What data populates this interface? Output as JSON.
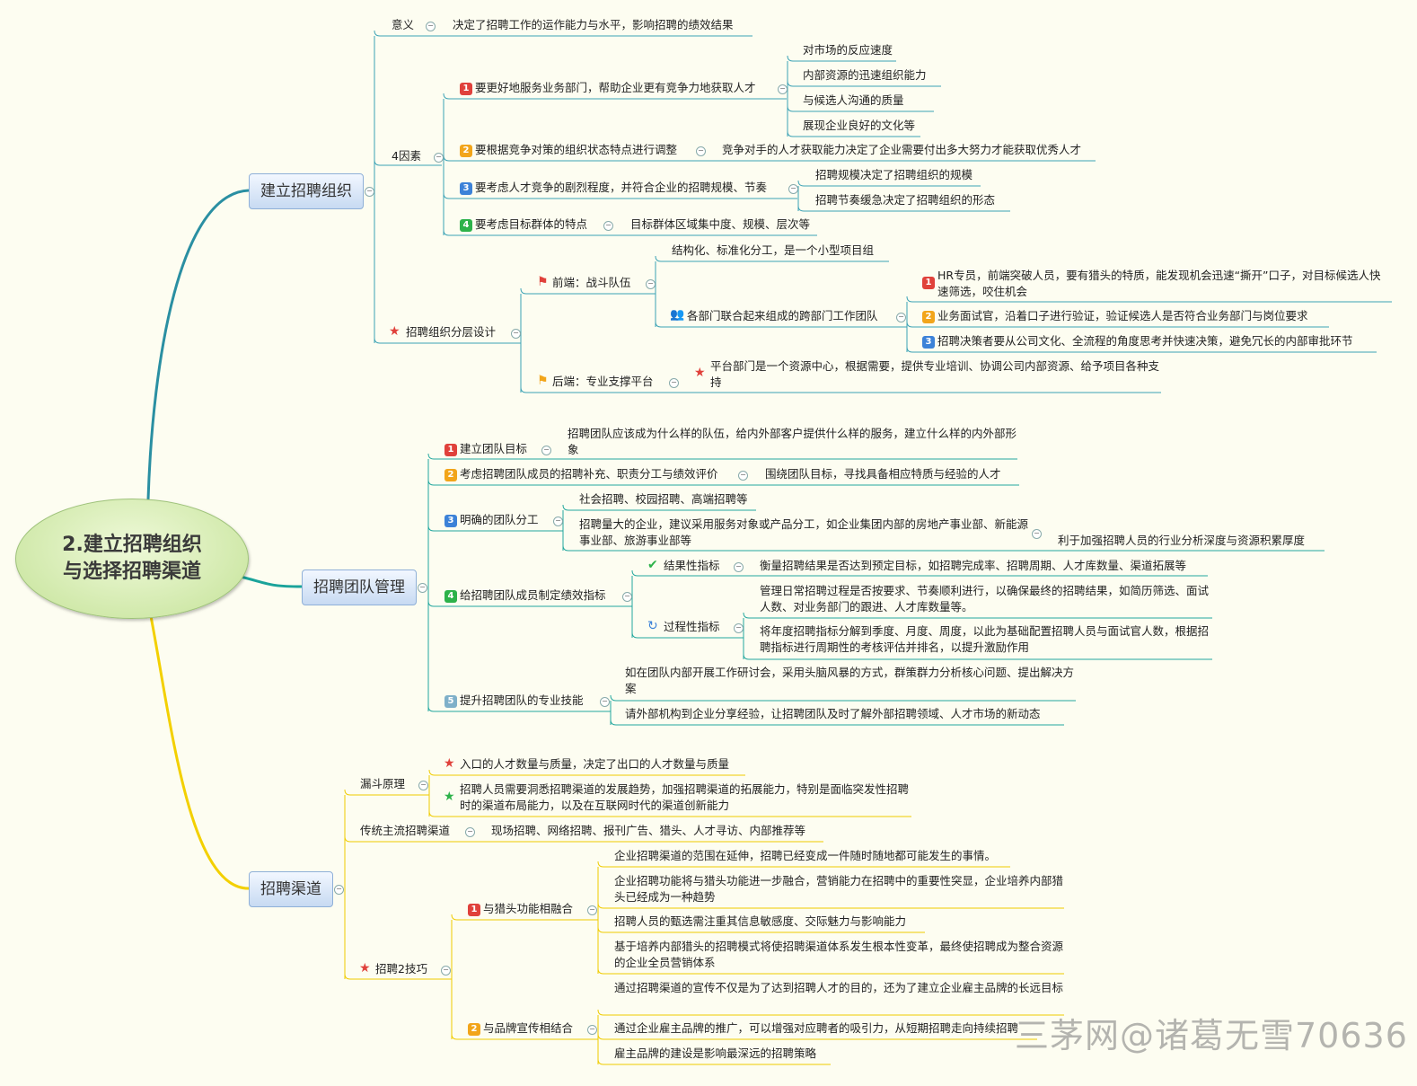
{
  "root": {
    "line1": "2.建立招聘组织",
    "line2": "与选择招聘渠道"
  },
  "branches": {
    "org": {
      "label": "建立招聘组织",
      "meaning": {
        "label": "意义",
        "text": "决定了招聘工作的运作能力与水平，影响招聘的绩效结果"
      },
      "factors": {
        "label": "4因素",
        "f1": {
          "label": "要更好地服务业务部门，帮助企业更有竞争力地获取人才",
          "items": [
            "对市场的反应速度",
            "内部资源的迅速组织能力",
            "与候选人沟通的质量",
            "展现企业良好的文化等"
          ]
        },
        "f2": {
          "label": "要根据竞争对策的组织状态特点进行调整",
          "text": "竞争对手的人才获取能力决定了企业需要付出多大努力才能获取优秀人才"
        },
        "f3": {
          "label": "要考虑人才竞争的剧烈程度，并符合企业的招聘规模、节奏",
          "items": [
            "招聘规模决定了招聘组织的规模",
            "招聘节奏缓急决定了招聘组织的形态"
          ]
        },
        "f4": {
          "label": "要考虑目标群体的特点",
          "text": "目标群体区域集中度、规模、层次等"
        }
      },
      "layer": {
        "label": "招聘组织分层设计",
        "front": {
          "label": "前端：战斗队伍",
          "structure": "结构化、标准化分工，是一个小型项目组",
          "team": "各部门联合起来组成的跨部门工作团队",
          "roles": [
            "HR专员，前端突破人员，要有猎头的特质，能发现机会迅速“撕开”口子，对目标候选人快速筛选，咬住机会",
            "业务面试官，沿着口子进行验证，验证候选人是否符合业务部门与岗位要求",
            "招聘决策者要从公司文化、全流程的角度思考并快速决策，避免冗长的内部审批环节"
          ]
        },
        "back": {
          "label": "后端：专业支撑平台",
          "text": "平台部门是一个资源中心，根据需要，提供专业培训、协调公司内部资源、给予项目各种支持"
        }
      }
    },
    "team": {
      "label": "招聘团队管理",
      "t1": {
        "label": "建立团队目标",
        "text": "招聘团队应该成为什么样的队伍，给内外部客户提供什么样的服务，建立什么样的内外部形象"
      },
      "t2": {
        "label": "考虑招聘团队成员的招聘补充、职责分工与绩效评价",
        "text": "围绕团队目标，寻找具备相应特质与经验的人才"
      },
      "t3": {
        "label": "明确的团队分工",
        "items": [
          "社会招聘、校园招聘、高端招聘等",
          "招聘量大的企业，建议采用服务对象或产品分工，如企业集团内部的房地产事业部、新能源事业部、旅游事业部等"
        ],
        "benefit": "利于加强招聘人员的行业分析深度与资源积累厚度"
      },
      "t4": {
        "label": "给招聘团队成员制定绩效指标",
        "result": {
          "label": "结果性指标",
          "text": "衡量招聘结果是否达到预定目标，如招聘完成率、招聘周期、人才库数量、渠道拓展等"
        },
        "process": {
          "label": "过程性指标",
          "items": [
            "管理日常招聘过程是否按要求、节奏顺利进行，以确保最终的招聘结果，如简历筛选、面试人数、对业务部门的跟进、人才库数量等。",
            "将年度招聘指标分解到季度、月度、周度，以此为基础配置招聘人员与面试官人数，根据招聘指标进行周期性的考核评估并排名，以提升激励作用"
          ]
        }
      },
      "t5": {
        "label": "提升招聘团队的专业技能",
        "items": [
          "如在团队内部开展工作研讨会，采用头脑风暴的方式，群策群力分析核心问题、提出解决方案",
          "请外部机构到企业分享经验，让招聘团队及时了解外部招聘领域、人才市场的新动态"
        ]
      }
    },
    "channel": {
      "label": "招聘渠道",
      "funnel": {
        "label": "漏斗原理",
        "items": [
          "入口的人才数量与质量，决定了出口的人才数量与质量",
          "招聘人员需要洞悉招聘渠道的发展趋势，加强招聘渠道的拓展能力，特别是面临突发性招聘时的渠道布局能力，以及在互联网时代的渠道创新能力"
        ]
      },
      "traditional": {
        "label": "传统主流招聘渠道",
        "text": "现场招聘、网络招聘、报刊广告、猎头、人才寻访、内部推荐等"
      },
      "skills": {
        "label": "招聘2技巧",
        "s1": {
          "label": "与猎头功能相融合",
          "items": [
            "企业招聘渠道的范围在延伸，招聘已经变成一件随时随地都可能发生的事情。",
            "企业招聘功能将与猎头功能进一步融合，营销能力在招聘中的重要性突显，企业培养内部猎头已经成为一种趋势",
            "招聘人员的甄选需注重其信息敏感度、交际魅力与影响能力",
            "基于培养内部猎头的招聘模式将使招聘渠道体系发生根本性变革，最终使招聘成为整合资源的企业全员营销体系"
          ]
        },
        "s2": {
          "label": "与品牌宣传相结合",
          "items": [
            "通过招聘渠道的宣传不仅是为了达到招聘人才的目的，还为了建立企业雇主品牌的长远目标",
            "通过企业雇主品牌的推广，可以增强对应聘者的吸引力，从短期招聘走向持续招聘",
            "雇主品牌的建设是影响最深远的招聘策略"
          ]
        }
      }
    }
  },
  "watermark": "三茅网@诸葛无雪70636",
  "colors": {
    "org": "#2a8fa2",
    "team": "#1aa39a",
    "channel": "#f3d000",
    "background": "#fdfdf1"
  }
}
